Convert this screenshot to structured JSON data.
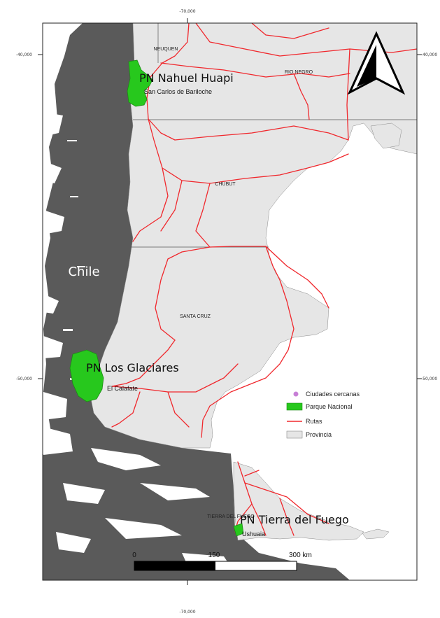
{
  "coords": {
    "lon_top": "-70,000",
    "lon_bottom": "-70,000",
    "lat_north_left": "-40,000",
    "lat_north_right": "-40,000",
    "lat_south_left": "-50,000",
    "lat_south_right": "-50,000"
  },
  "labels": {
    "chile": "Chile",
    "provinces": {
      "neuquen": "NEUQUEN",
      "rio_negro": "RIO NEGRO",
      "chubut": "CHUBUT",
      "santa_cruz": "SANTA CRUZ",
      "tierra_del_fuego": "TIERRA DEL FUEGO"
    },
    "parks": {
      "nahuel_huapi": "PN Nahuel Huapi",
      "los_glaciares": "PN Los Glaciares",
      "tierra_del_fuego": "PN Tierra del Fuego"
    },
    "cities": {
      "bariloche": "San Carlos de Bariloche",
      "calafate": "El Calafate",
      "ushuaia": "Ushuaia"
    }
  },
  "legend": {
    "items": [
      {
        "label": "Ciudades cercanas",
        "symbol": "point",
        "color": "#c77fd6"
      },
      {
        "label": "Parque Nacional",
        "symbol": "fill",
        "color": "#27c81d"
      },
      {
        "label": "Rutas",
        "symbol": "line",
        "color": "#f0282d"
      },
      {
        "label": "Provincia",
        "symbol": "fill",
        "color": "#e6e6e6"
      }
    ]
  },
  "scalebar": {
    "ticks": [
      "0",
      "150",
      "300 km"
    ]
  },
  "colors": {
    "chile": "#5a5a5a",
    "province": "#e6e6e6",
    "park": "#27c81d",
    "road": "#f0282d",
    "water": "#ffffff"
  },
  "icons": {
    "north_arrow": "north-arrow-icon"
  }
}
